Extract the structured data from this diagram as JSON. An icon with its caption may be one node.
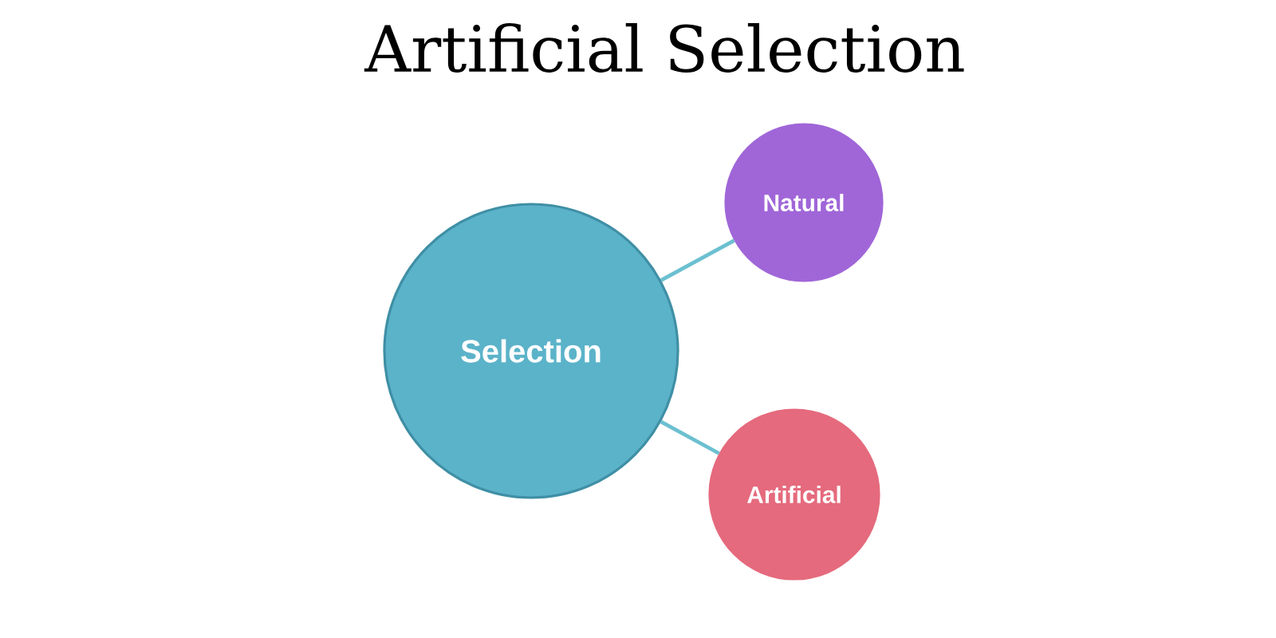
{
  "diagram": {
    "title": "Artificial Selection",
    "nodes": [
      {
        "text": [
          "Selection"
        ]
      },
      {
        "text": [
          "Natural"
        ]
      },
      {
        "text": [
          "Artificial"
        ]
      }
    ],
    "edges": [
      {
        "from": 0,
        "to": 1,
        "arrow": "none"
      },
      {
        "from": 0,
        "to": 2,
        "arrow": "none"
      }
    ]
  }
}
